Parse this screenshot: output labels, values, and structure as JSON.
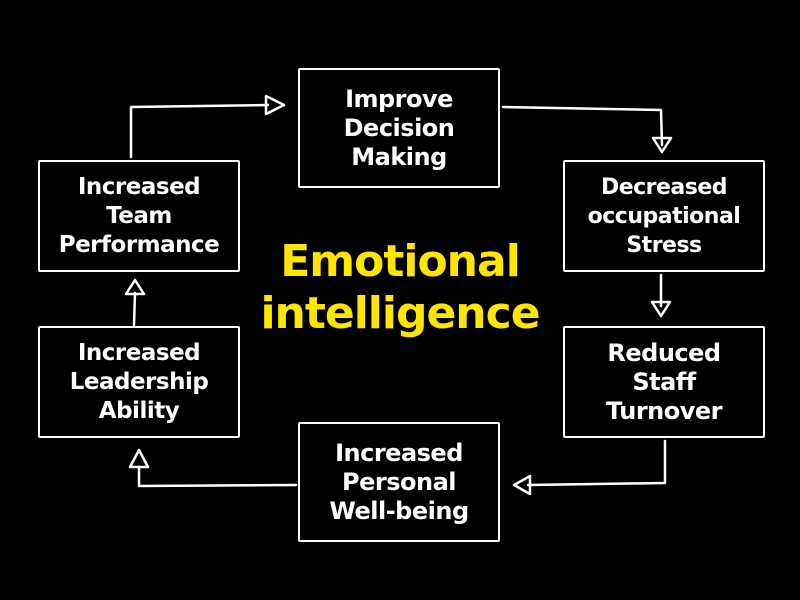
{
  "colors": {
    "background": "#000000",
    "box_text": "#ffffff",
    "center_text": "#ffe600",
    "line": "#ffffff"
  },
  "center": {
    "line1": "Emotional",
    "line2": "intelligence"
  },
  "nodes": {
    "top": {
      "line1": "Improve",
      "line2": "Decision",
      "line3": "Making"
    },
    "right1": {
      "line1": "Decreased",
      "line2": "occupational",
      "line3": "Stress"
    },
    "right2": {
      "line1": "Reduced",
      "line2": "Staff",
      "line3": "Turnover"
    },
    "bottom": {
      "line1": "Increased",
      "line2": "Personal",
      "line3": "Well-being"
    },
    "left2": {
      "line1": "Increased",
      "line2": "Leadership",
      "line3": "Ability"
    },
    "left1": {
      "line1": "Increased",
      "line2": "Team",
      "line3": "Performance"
    }
  },
  "flow": [
    "top",
    "right1",
    "right2",
    "bottom",
    "left2",
    "left1",
    "top"
  ]
}
